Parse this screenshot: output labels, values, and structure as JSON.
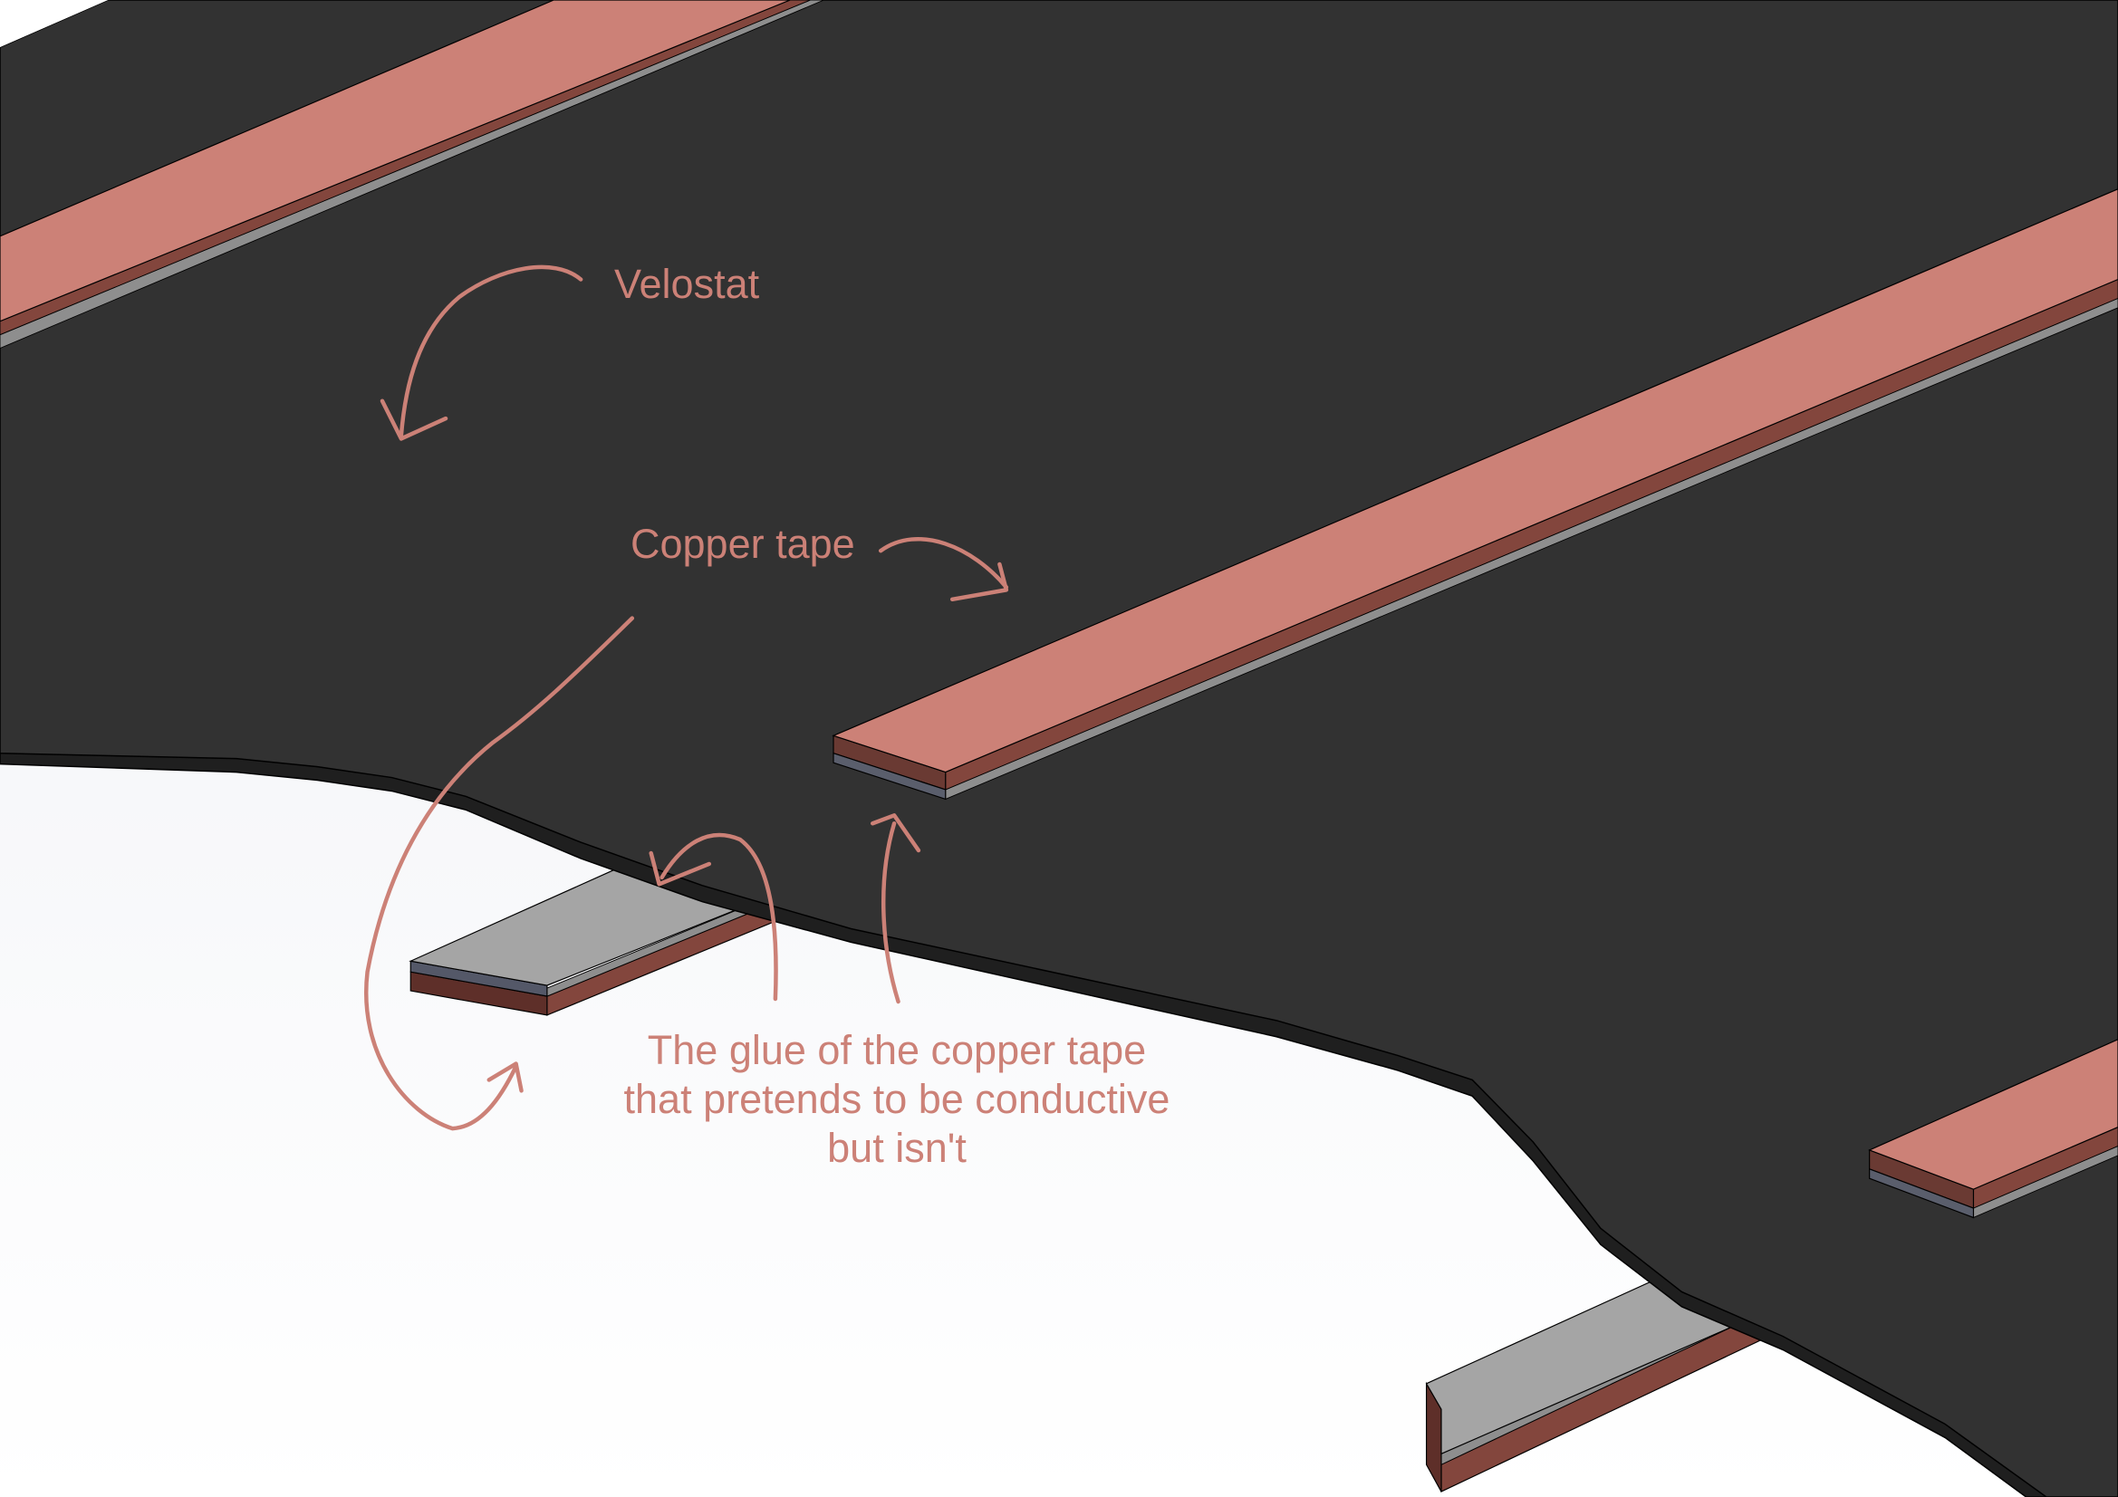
{
  "diagram": {
    "description": "Isometric render of a pressure sensor stack: velostat sheet with copper tape strips above and below",
    "colors": {
      "background_gradient_top": "#e6e8ee",
      "background_gradient_bottom": "#ffffff",
      "velostat_top": "#323232",
      "velostat_edge": "#1f1f1f",
      "copper_top": "#cc8177",
      "copper_side_front": "#6a3a33",
      "copper_side_right": "#83463d",
      "glue_side_front": "#5a5e6c",
      "glue_side_right": "#8e8e8e",
      "glue_top_gray": "#a5a5a5",
      "annotation": "#cc8177"
    },
    "components": [
      {
        "name": "Velostat",
        "role": "middle resistive sheet"
      },
      {
        "name": "Copper tape (top)",
        "count": 3
      },
      {
        "name": "Copper tape (bottom)",
        "count": 2,
        "note": "viewed from below showing adhesive side"
      }
    ]
  },
  "annotations": {
    "velostat": "Velostat",
    "copper_tape": "Copper tape",
    "glue_line1": "The glue of the copper tape",
    "glue_line2": "that pretends to be conductive",
    "glue_line3": "but isn't"
  }
}
